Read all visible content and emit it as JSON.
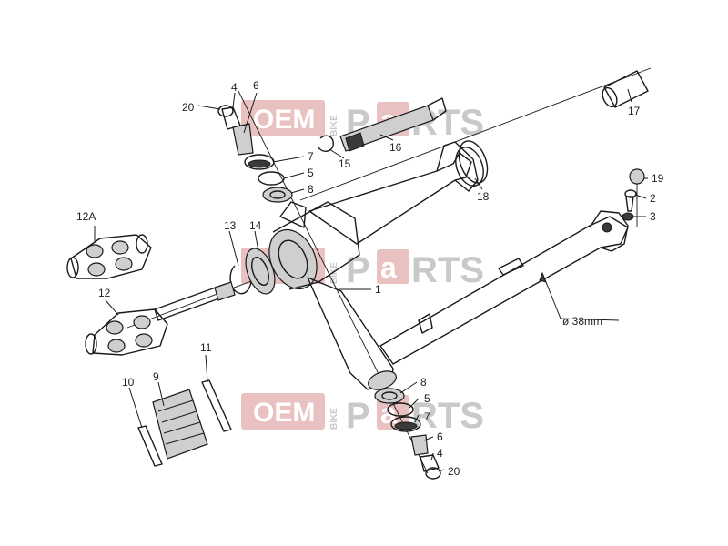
{
  "watermark": {
    "prefix": "OEM",
    "vertical": "BIKE",
    "p": "P",
    "a": "a",
    "rts": "RTS",
    "accent_color": "#d98e8e",
    "gray_color": "#c9c9c9"
  },
  "callouts": {
    "c20_top": "20",
    "c4_top": "4",
    "c6_top": "6",
    "c7_top": "7",
    "c5_top": "5",
    "c8_top": "8",
    "c15": "15",
    "c16": "16",
    "c17": "17",
    "c18": "18",
    "c19": "19",
    "c2": "2",
    "c3": "3",
    "c12a": "12A",
    "c13": "13",
    "c14": "14",
    "c1": "1",
    "c12": "12",
    "c11": "11",
    "c10": "10",
    "c9": "9",
    "c8_bot": "8",
    "c5_bot": "5",
    "c7_bot": "7",
    "c6_bot": "6",
    "c4_bot": "4",
    "c20_bot": "20"
  },
  "dimension": {
    "tube_diameter": "ø 38mm"
  }
}
